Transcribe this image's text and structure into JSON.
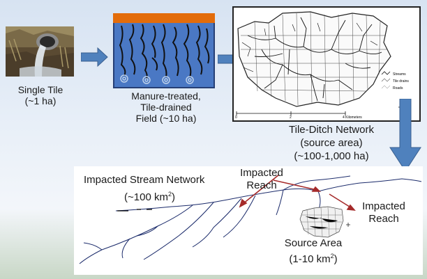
{
  "labels": {
    "single_tile": [
      "Single Tile",
      "(~1 ha)"
    ],
    "field": [
      "Manure-treated,",
      "Tile-drained",
      "Field (~10 ha)"
    ],
    "network": [
      "Tile-Ditch Network",
      "(source area)",
      "(~100-1,000 ha)"
    ],
    "stream_network": {
      "line1": "Impacted Stream Network",
      "line2_pre": "(~100 km",
      "sup": "2",
      "line2_post": ")"
    },
    "impacted_reach_1": [
      "Impacted",
      "Reach"
    ],
    "impacted_reach_2": [
      "Impacted",
      "Reach"
    ],
    "source_area": {
      "line1": "Source Area",
      "line2_pre": "(1-10 km",
      "sup": "2",
      "line2_post": ")"
    }
  },
  "map": {
    "legend": [
      "Streams",
      "Tile drains",
      "Roads"
    ],
    "scale_labels": [
      "0",
      "2",
      "4 Kilometers"
    ]
  },
  "colors": {
    "arrow": "#4f81bd",
    "field_fill": "#4a78c4",
    "field_top": "#e36c0a",
    "reach_arrow": "#a52a2a"
  }
}
